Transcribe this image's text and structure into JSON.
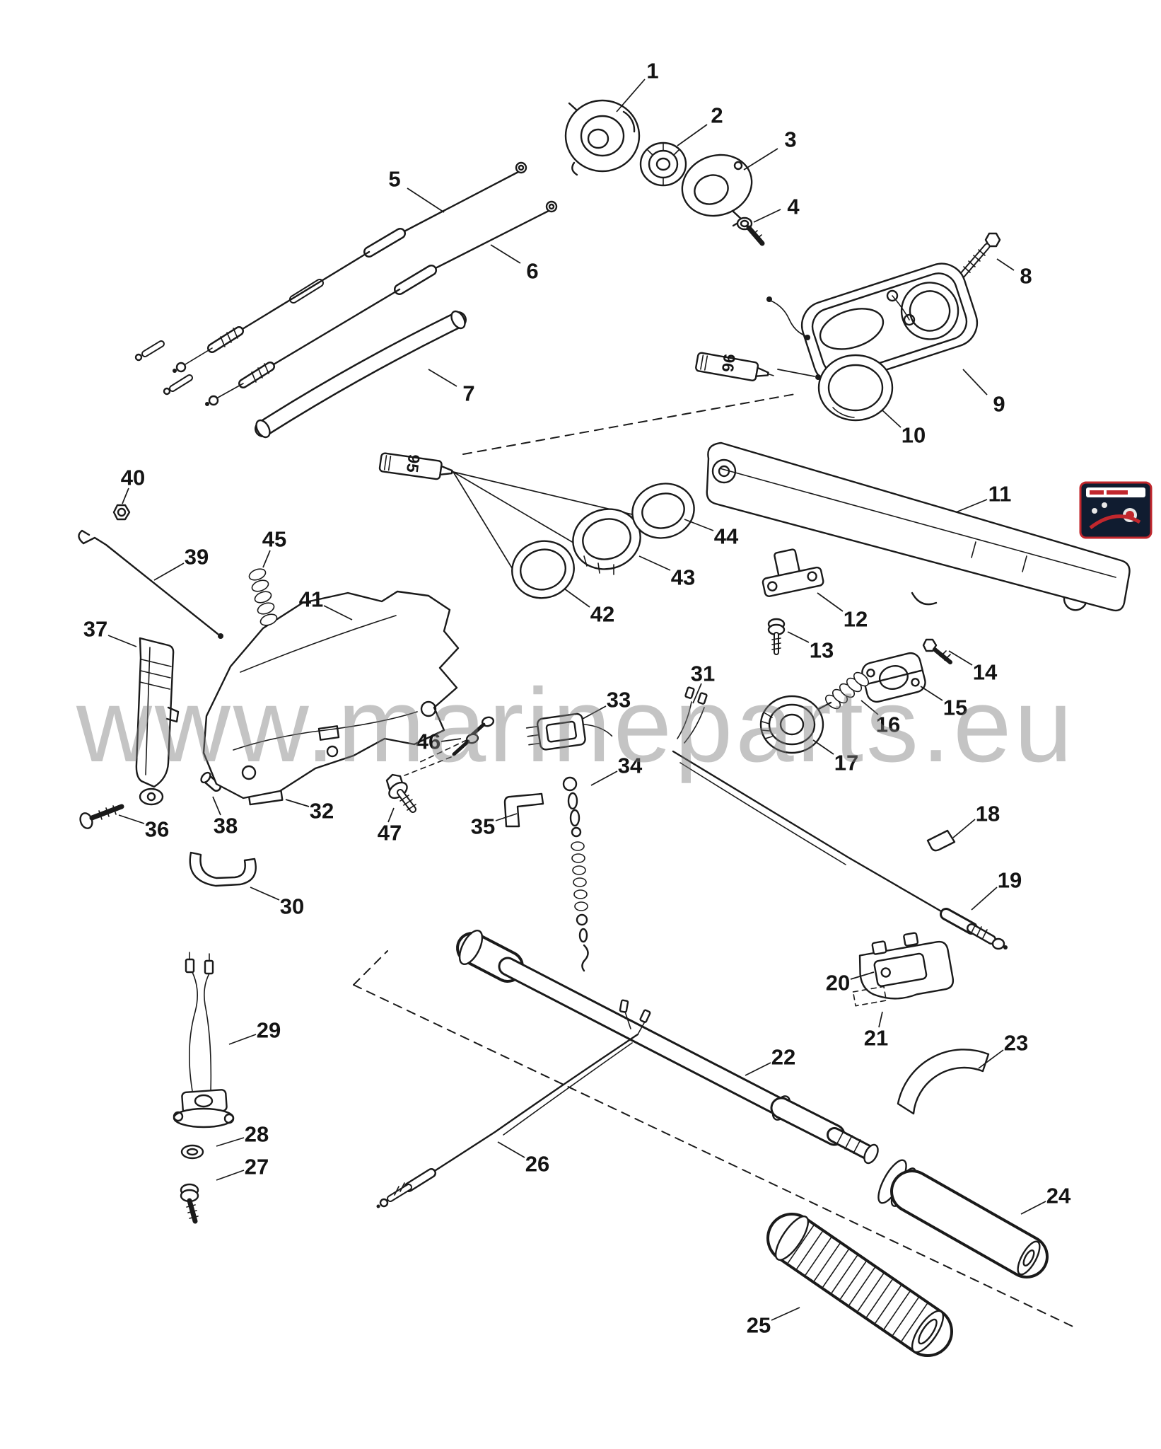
{
  "watermark": {
    "text": "www.marineparts.eu"
  },
  "diagram": {
    "part_labels": [
      "1",
      "2",
      "3",
      "4",
      "5",
      "6",
      "7",
      "8",
      "9",
      "10",
      "11",
      "12",
      "13",
      "14",
      "15",
      "16",
      "17",
      "18",
      "19",
      "20",
      "21",
      "22",
      "23",
      "24",
      "25",
      "26",
      "27",
      "28",
      "29",
      "30",
      "31",
      "32",
      "33",
      "34",
      "35",
      "36",
      "37",
      "38",
      "39",
      "40",
      "41",
      "42",
      "43",
      "44",
      "45",
      "46",
      "47"
    ],
    "tube_labels": [
      "96",
      "95"
    ],
    "ink_color": "#1a1a1a"
  },
  "badge": {
    "border_color": "#c1272d",
    "background_color": "#101c30"
  }
}
